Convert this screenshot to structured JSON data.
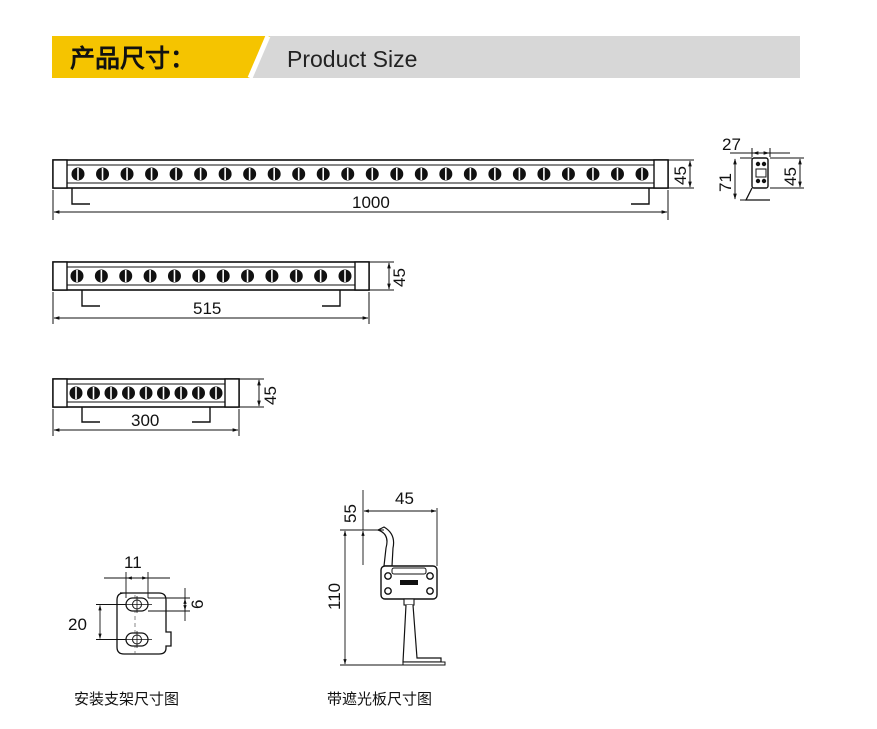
{
  "header": {
    "title_cn": "产品尺寸：",
    "title_en": "Product Size",
    "accent_color": "#f5c400",
    "bar_color": "#d7d7d7"
  },
  "bars": [
    {
      "length_label": "1000",
      "height_label": "45",
      "led_count": 24
    },
    {
      "length_label": "515",
      "height_label": "45",
      "led_count": 12
    },
    {
      "length_label": "300",
      "height_label": "45",
      "led_count": 9
    }
  ],
  "side_view": {
    "width_label": "27",
    "height_label": "45",
    "total_label": "71"
  },
  "bracket": {
    "width_label": "11",
    "hole_label": "6",
    "height_label": "20",
    "caption": "安装支架尺寸图"
  },
  "shade": {
    "width_label": "45",
    "top_label": "55",
    "height_label": "110",
    "caption": "带遮光板尺寸图"
  }
}
